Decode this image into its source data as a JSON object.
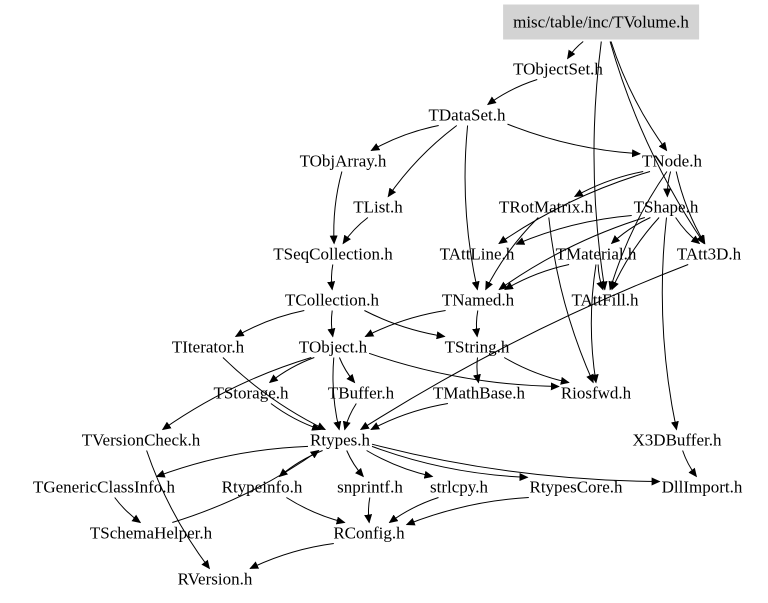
{
  "diagram": {
    "root": "misc/table/inc/TVolume.h",
    "nodes": {
      "tvolume": "misc/table/inc/TVolume.h",
      "tobjectset": "TObjectSet.h",
      "tdataset": "TDataSet.h",
      "tobjarray": "TObjArray.h",
      "tnode": "TNode.h",
      "tlist": "TList.h",
      "trotmatrix": "TRotMatrix.h",
      "tshape": "TShape.h",
      "tseqcollection": "TSeqCollection.h",
      "tattline": "TAttLine.h",
      "tmaterial": "TMaterial.h",
      "tatt3d": "TAtt3D.h",
      "tcollection": "TCollection.h",
      "tnamed": "TNamed.h",
      "tattfill": "TAttFill.h",
      "titerator": "TIterator.h",
      "tobject": "TObject.h",
      "tstring": "TString.h",
      "tstorage": "TStorage.h",
      "tbuffer": "TBuffer.h",
      "tmathbase": "TMathBase.h",
      "riosfwd": "Riosfwd.h",
      "tversioncheck": "TVersionCheck.h",
      "rtypes": "Rtypes.h",
      "x3dbuffer": "X3DBuffer.h",
      "tgenericclassinfo": "TGenericClassInfo.h",
      "rtypeinfo": "Rtypeinfo.h",
      "snprintf": "snprintf.h",
      "strlcpy": "strlcpy.h",
      "rtypescore": "RtypesCore.h",
      "dllimport": "DllImport.h",
      "tschemahelper": "TSchemaHelper.h",
      "rconfig": "RConfig.h",
      "rversion": "RVersion.h"
    },
    "edges": [
      [
        "tvolume",
        "tobjectset"
      ],
      [
        "tvolume",
        "tnode"
      ],
      [
        "tvolume",
        "tattfill"
      ],
      [
        "tvolume",
        "tatt3d"
      ],
      [
        "tobjectset",
        "tdataset"
      ],
      [
        "tdataset",
        "tobjarray"
      ],
      [
        "tdataset",
        "tlist"
      ],
      [
        "tdataset",
        "tnode"
      ],
      [
        "tdataset",
        "tnamed"
      ],
      [
        "tobjarray",
        "tseqcollection"
      ],
      [
        "tlist",
        "tseqcollection"
      ],
      [
        "tnode",
        "trotmatrix"
      ],
      [
        "tnode",
        "tshape"
      ],
      [
        "tnode",
        "tatt3d"
      ],
      [
        "tnode",
        "tattline"
      ],
      [
        "tnode",
        "tattfill"
      ],
      [
        "trotmatrix",
        "tnamed"
      ],
      [
        "trotmatrix",
        "riosfwd"
      ],
      [
        "tshape",
        "tattline"
      ],
      [
        "tshape",
        "tattfill"
      ],
      [
        "tshape",
        "tatt3d"
      ],
      [
        "tshape",
        "tmaterial"
      ],
      [
        "tshape",
        "tnamed"
      ],
      [
        "tshape",
        "x3dbuffer"
      ],
      [
        "tmaterial",
        "tattfill"
      ],
      [
        "tmaterial",
        "tnamed"
      ],
      [
        "tmaterial",
        "riosfwd"
      ],
      [
        "tseqcollection",
        "tcollection"
      ],
      [
        "tcollection",
        "titerator"
      ],
      [
        "tcollection",
        "tobject"
      ],
      [
        "tcollection",
        "tstring"
      ],
      [
        "tnamed",
        "tobject"
      ],
      [
        "tnamed",
        "tstring"
      ],
      [
        "tatt3d",
        "rtypes"
      ],
      [
        "titerator",
        "rtypes"
      ],
      [
        "tobject",
        "tstorage"
      ],
      [
        "tobject",
        "tbuffer"
      ],
      [
        "tobject",
        "riosfwd"
      ],
      [
        "tobject",
        "tversioncheck"
      ],
      [
        "tobject",
        "rtypes"
      ],
      [
        "tstring",
        "tmathbase"
      ],
      [
        "tstring",
        "riosfwd"
      ],
      [
        "tstorage",
        "rtypes"
      ],
      [
        "tbuffer",
        "rtypes"
      ],
      [
        "tmathbase",
        "rtypes"
      ],
      [
        "tversioncheck",
        "rversion"
      ],
      [
        "rtypes",
        "tgenericclassinfo"
      ],
      [
        "rtypes",
        "rtypeinfo"
      ],
      [
        "rtypes",
        "snprintf"
      ],
      [
        "rtypes",
        "strlcpy"
      ],
      [
        "rtypes",
        "rtypescore"
      ],
      [
        "rtypes",
        "dllimport"
      ],
      [
        "tgenericclassinfo",
        "tschemahelper"
      ],
      [
        "tschemahelper",
        "rtypes"
      ],
      [
        "x3dbuffer",
        "dllimport"
      ],
      [
        "rtypeinfo",
        "rconfig"
      ],
      [
        "snprintf",
        "rconfig"
      ],
      [
        "strlcpy",
        "rconfig"
      ],
      [
        "rtypescore",
        "rconfig"
      ],
      [
        "rconfig",
        "rversion"
      ]
    ]
  }
}
